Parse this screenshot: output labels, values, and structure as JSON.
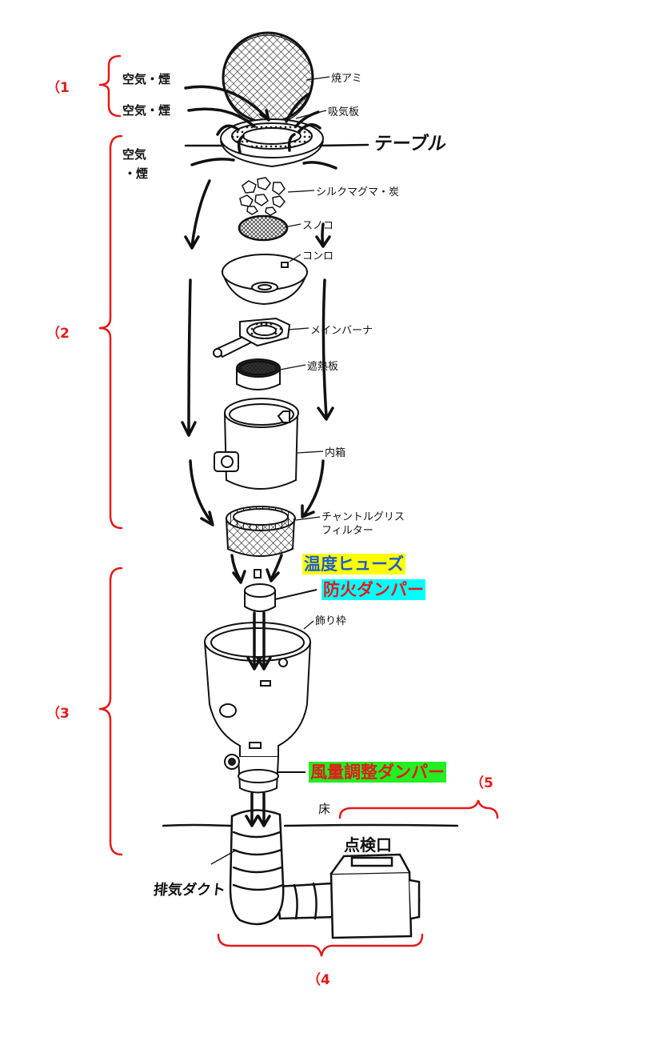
{
  "section_markers": {
    "s1": "（1",
    "s2": "（2",
    "s3": "（3",
    "s4": "（4",
    "s5": "（5"
  },
  "flow_labels": {
    "air_smoke_top": "空気・煙",
    "air_smoke_mid": "空気・煙",
    "air_smoke_left_line1": "空気",
    "air_smoke_left_line2": "・煙"
  },
  "parts": {
    "grill_net": "焼アミ",
    "intake_plate": "吸気板",
    "table": "テーブル",
    "silk_magma": "シルクマグマ・炭",
    "sunoko": "スノコ",
    "konro": "コンロ",
    "main_burner": "メインバーナ",
    "heat_shield": "遮熱板",
    "inner_box": "内箱",
    "filter_line1": "チャントルグリス",
    "filter_line2": "フィルター",
    "deco_frame": "飾り枠",
    "floor": "床",
    "inspection_port": "点検口",
    "exhaust_duct": "排気ダクト"
  },
  "highlights": {
    "temp_fuse": {
      "parts": [
        "温度",
        "ヒューズ"
      ],
      "bg": "#ffff00",
      "colors": [
        "#1f5fc8",
        "#1f5fc8"
      ]
    },
    "fire_damper": {
      "parts": [
        "防火",
        "ダンパー"
      ],
      "bg": "#00ffff",
      "colors": [
        "#e31b1b",
        "#e31b1b"
      ]
    },
    "airflow_damper": {
      "parts": [
        "風量調整",
        "ダンパー"
      ],
      "bg": "#22ee22",
      "colors": [
        "#e31b1b",
        "#e31b1b"
      ]
    }
  },
  "colors": {
    "bracket": "#e31b1b",
    "ink": "#111111"
  }
}
